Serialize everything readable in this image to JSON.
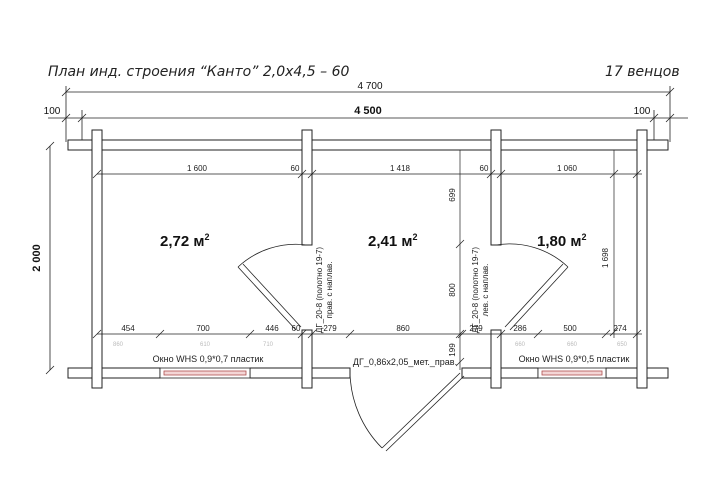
{
  "title": "План инд. строения “Канто” 2,0х4,5 – 60",
  "crowns": "17 венцов",
  "overall": {
    "total": "4 700",
    "inner": "4 500",
    "left_offset": "100",
    "right_offset": "100",
    "height": "2 000"
  },
  "top_dims": [
    "1 600",
    "60",
    "1 418",
    "60",
    "1 060"
  ],
  "right_dim": "1 698",
  "middle_vertical": {
    "upper": "699",
    "lower": "800",
    "bottom": "199"
  },
  "bottom_dims": [
    "454",
    "700",
    "446",
    "60",
    "279",
    "860",
    "279",
    "286",
    "500",
    "274"
  ],
  "faint_dims": [
    "860",
    "610",
    "710",
    "660",
    "660",
    "650"
  ],
  "rooms": [
    {
      "area": "2,72 м",
      "sup": "2"
    },
    {
      "area": "2,41 м",
      "sup": "2"
    },
    {
      "area": "1,80 м",
      "sup": "2"
    }
  ],
  "doors": {
    "left": [
      "ДГ_20-8 (полотно 19-7)",
      "прав. с наплав."
    ],
    "right": [
      "ДГ_20-8 (полотно 19-7)",
      "лев. с наплав."
    ],
    "entry": "ДГ_0,86х2,05_мет._прав."
  },
  "windows": {
    "left": "Окно WHS 0,9*0,7 пластик",
    "right": "Окно WHS 0,9*0,5 пластик"
  }
}
